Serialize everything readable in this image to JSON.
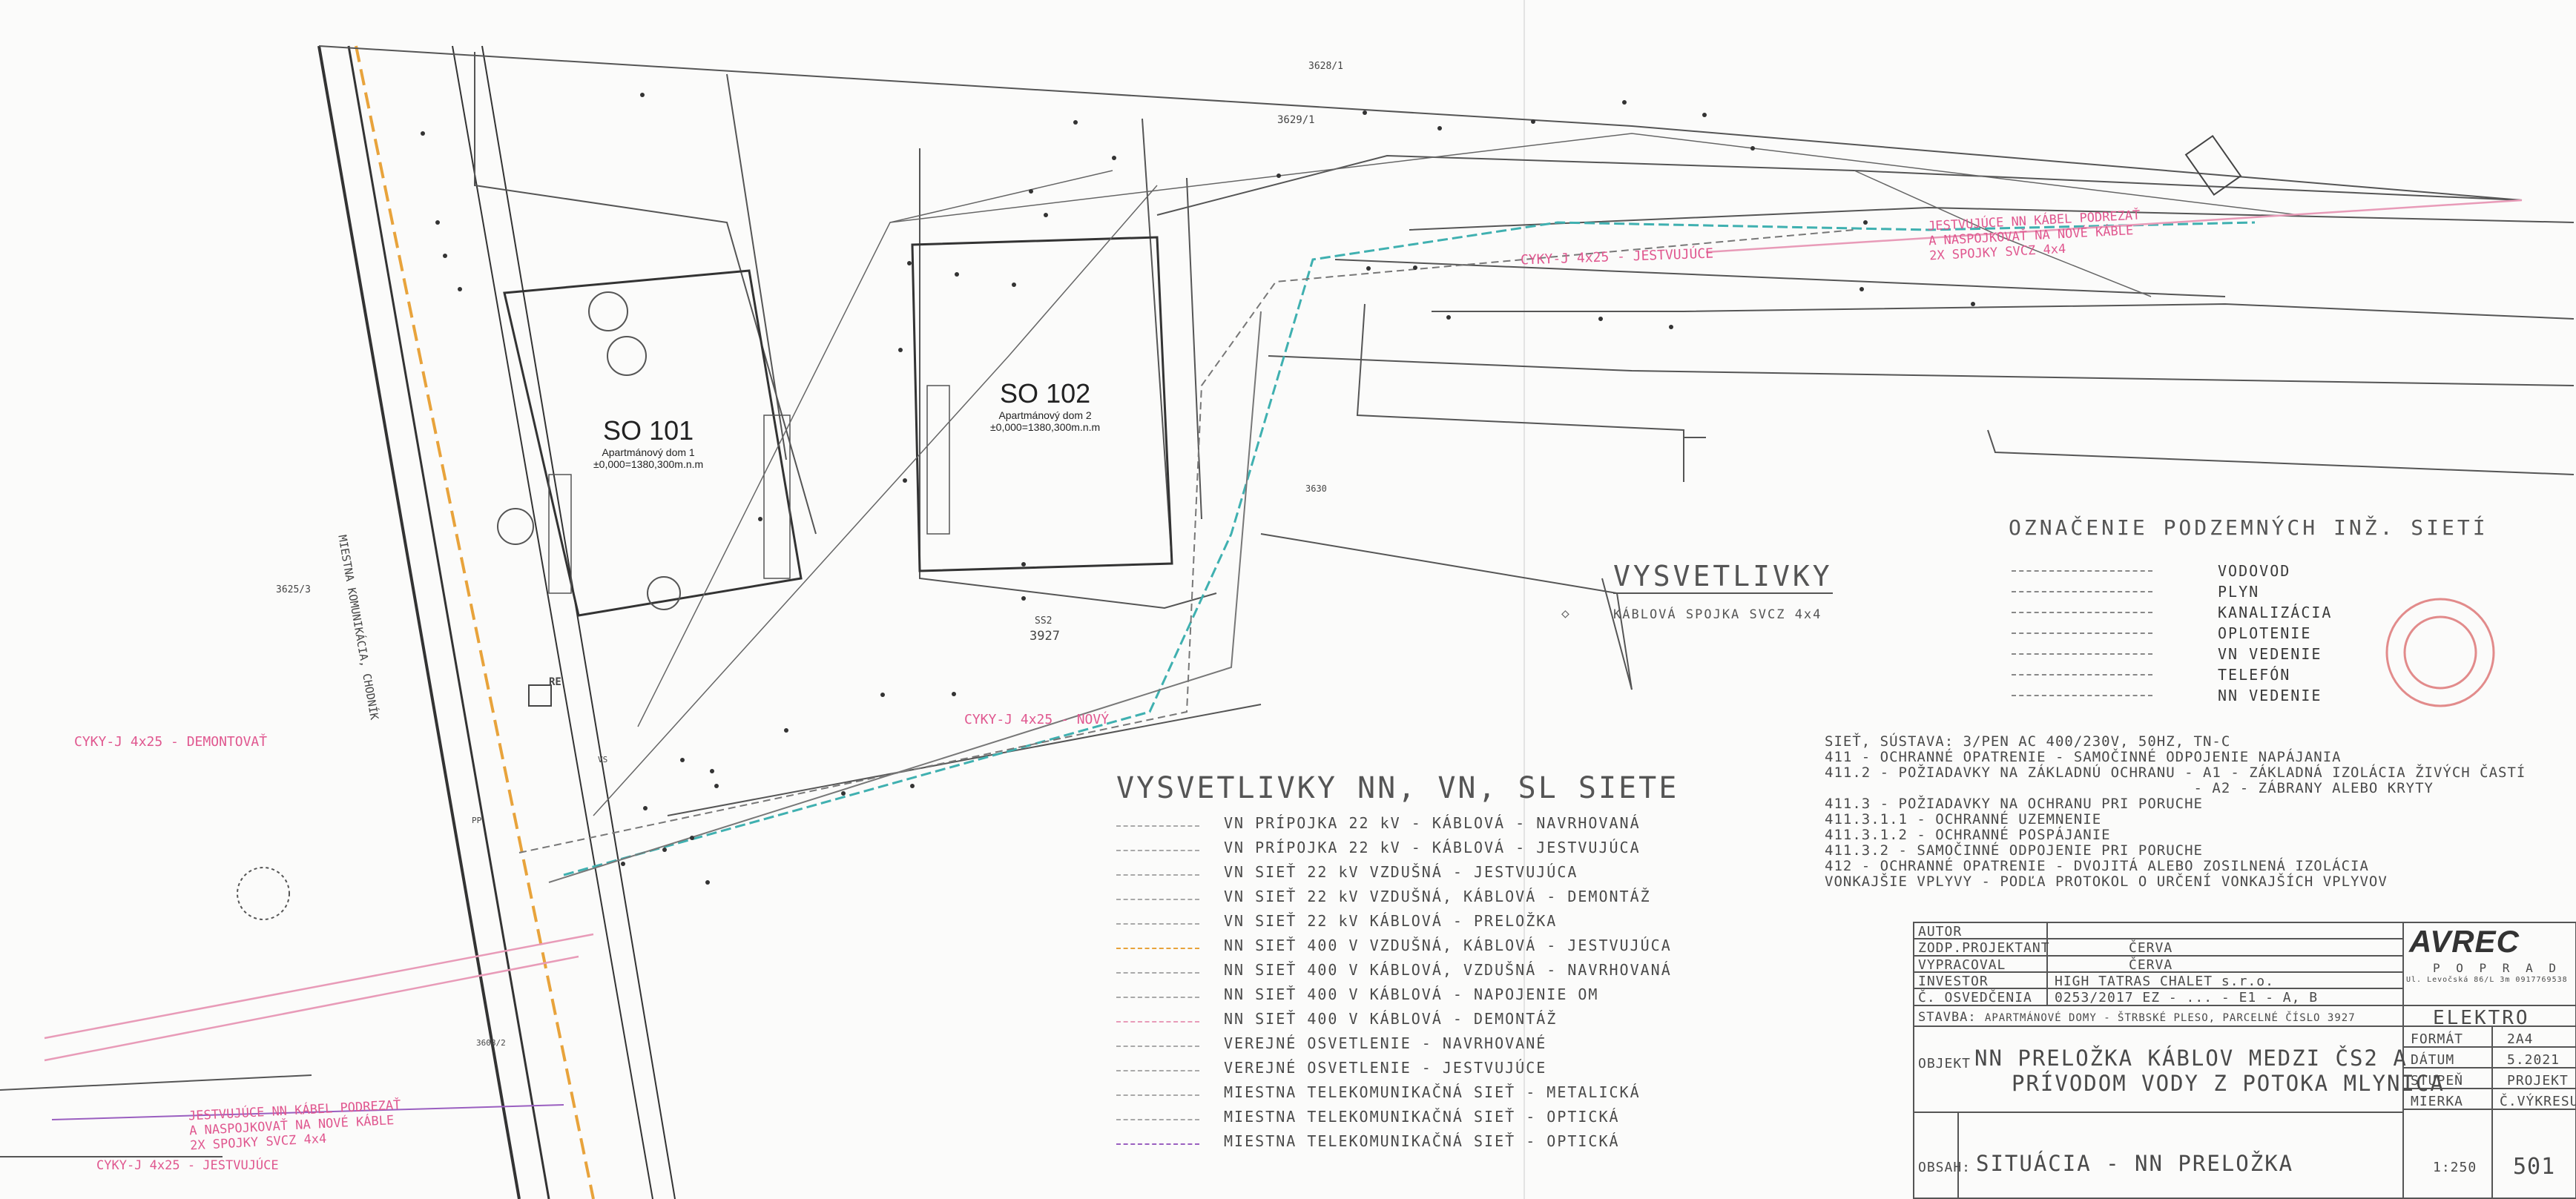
{
  "buildings": {
    "so101": {
      "code": "SO 101",
      "name": "Apartmánový dom 1",
      "level": "±0,000=1380,300m.n.m"
    },
    "so102": {
      "code": "SO 102",
      "name": "Apartmánový dom 2",
      "level": "±0,000=1380,300m.n.m"
    }
  },
  "map_labels": {
    "road": "MIESTNA KOMUNIKÁCIA, CHODNÍK",
    "parcel_3629_1": "3629/1",
    "parcel_3628_1": "3628/1",
    "parcel_3625_3": "3625/3",
    "parcel_3630": "3630",
    "parcel_3927": "3927",
    "parcel_3608_2": "3608/2",
    "cabinet_re": "RE",
    "ss2": "SS2",
    "pp": "PP",
    "vs": "VS"
  },
  "pink_labels": {
    "top_right": [
      "JESTVUJÚCE NN KÁBEL PODREZAŤ",
      "A NASPOJKOVAŤ NA NOVÉ KÁBLE",
      "2X SPOJKY SVCZ 4x4"
    ],
    "top_mid": "CYKY-J 4x25 - JESTVUJÚCE",
    "left": "CYKY-J 4x25 - DEMONTOVAŤ",
    "mid": "CYKY-J 4x25 - NOVÝ",
    "bottom_left": [
      "JESTVUJÚCE NN KÁBEL PODREZAŤ",
      "A NASPOJKOVAŤ NA NOVÉ KÁBLE",
      "2X SPOJKY SVCZ 4x4"
    ],
    "bottom_left2": "CYKY-J 4x25 - JESTVUJÚCE"
  },
  "vysvetlivky": {
    "title": "VYSVETLIVKY",
    "item": "KÁBLOVÁ SPOJKA SVCZ 4x4"
  },
  "legend_nn": {
    "title": "VYSVETLIVKY NN, VN, SL SIETE",
    "items": [
      {
        "label": "VN PRÍPOJKA 22 kV - KÁBLOVÁ - NAVRHOVANÁ",
        "color": "#a9a9a9"
      },
      {
        "label": "VN PRÍPOJKA 22 kV - KÁBLOVÁ - JESTVUJÚCA",
        "color": "#a9a9a9"
      },
      {
        "label": "VN SIEŤ 22 kV VZDUŠNÁ - JESTVUJÚCA",
        "color": "#a9a9a9"
      },
      {
        "label": "VN SIEŤ 22 kV VZDUŠNÁ, KÁBLOVÁ - DEMONTÁŽ",
        "color": "#a9a9a9"
      },
      {
        "label": "VN SIEŤ 22 kV KÁBLOVÁ - PRELOŽKA",
        "color": "#a9a9a9"
      },
      {
        "label": "NN SIEŤ 400 V VZDUŠNÁ, KÁBLOVÁ - JESTVUJÚCA",
        "color": "#e8a33b"
      },
      {
        "label": "NN SIEŤ 400 V KÁBLOVÁ, VZDUŠNÁ - NAVRHOVANÁ",
        "color": "#a9a9a9"
      },
      {
        "label": "NN SIEŤ 400 V KÁBLOVÁ - NAPOJENIE OM",
        "color": "#a9a9a9"
      },
      {
        "label": "NN SIEŤ 400 V KÁBLOVÁ - DEMONTÁŽ",
        "color": "#e89bb8"
      },
      {
        "label": "VEREJNÉ OSVETLENIE - NAVRHOVANÉ",
        "color": "#a9a9a9"
      },
      {
        "label": "VEREJNÉ OSVETLENIE - JESTVUJÚCE",
        "color": "#a9a9a9"
      },
      {
        "label": "MIESTNA TELEKOMUNIKAČNÁ SIEŤ - METALICKÁ",
        "color": "#a9a9a9"
      },
      {
        "label": "MIESTNA TELEKOMUNIKAČNÁ SIEŤ - OPTICKÁ",
        "color": "#a9a9a9"
      },
      {
        "label": "MIESTNA TELEKOMUNIKAČNÁ SIEŤ - OPTICKÁ",
        "color": "#9a5fc0"
      }
    ]
  },
  "legend_pod": {
    "title": "OZNAČENIE PODZEMNÝCH INŽ. SIETÍ",
    "items": [
      "VODOVOD",
      "PLYN",
      "KANALIZÁCIA",
      "OPLOTENIE",
      "VN VEDENIE",
      "TELEFÓN",
      "NN VEDENIE"
    ]
  },
  "notes": [
    "SIEŤ, SÚSTAVA: 3/PEN AC 400/230V, 50HZ, TN-C",
    "411 - OCHRANNÉ OPATRENIE - SAMOČINNÉ ODPOJENIE NAPÁJANIA",
    "411.2 - POŽIADAVKY NA ZÁKLADNÚ OCHRANU - A1 - ZÁKLADNÁ IZOLÁCIA ŽIVÝCH ČASTÍ",
    "                                        - A2 - ZÁBRANY ALEBO KRYTY",
    "411.3 - POŽIADAVKY NA OCHRANU PRI PORUCHE",
    "411.3.1.1 - OCHRANNÉ UZEMNENIE",
    "411.3.1.2 - OCHRANNÉ POSPÁJANIE",
    "411.3.2 - SAMOČINNÉ ODPOJENIE PRI PORUCHE",
    "412 - OCHRANNÉ OPATRENIE - DVOJITÁ ALEBO ZOSILNENÁ IZOLÁCIA",
    "VONKAJŠIE VPLYVY - PODĽA PROTOKOL O URČENÍ VONKAJŠÍCH VPLYVOV"
  ],
  "titleblock": {
    "autor": "AUTOR",
    "zodp_label": "ZODP.PROJEKTANT",
    "zodp_value": "ČERVA",
    "vypracoval_label": "VYPRACOVAL",
    "vypracoval_value": "ČERVA",
    "investor_label": "INVESTOR",
    "investor_value": "HIGH TATRAS CHALET s.r.o.",
    "osvedcenia_label": "Č. OSVEDČENIA",
    "osvedcenia_value": "0253/2017 EZ - ... - E1 - A, B",
    "company": "AVREC",
    "company_sub": "P O P R A D",
    "company_addr": "Ul. Levočská 86/L 3m  0917769538",
    "discipline": "ELEKTRO",
    "stavba_label": "STAVBA:",
    "stavba_value": "APARTMÁNOVÉ DOMY - ŠTRBSKÉ PLESO, PARCELNÉ ČÍSLO 3927",
    "objekt_label": "OBJEKT",
    "objekt_value_1": "NN PRELOŽKA KÁBLOV MEDZI ČS2 A",
    "objekt_value_2": "PRÍVODOM VODY Z POTOKA MLYNICA",
    "obsah_label": "OBSAH:",
    "obsah_value": "SITUÁCIA - NN PRELOŽKA",
    "format_label": "FORMÁT",
    "format_value": "2A4",
    "datum_label": "DÁTUM",
    "datum_value": "5.2021",
    "stupen_label": "STUPEŇ",
    "stupen_value": "PROJEKT",
    "mierka_label": "MIERKA",
    "mierka_value": "1:250",
    "cvykresu_label": "Č.VÝKRESU",
    "cvykresu_value": "501"
  },
  "colors": {
    "pink": "#e0578f",
    "orange": "#e8a33b",
    "teal": "#3fb0b0",
    "purple": "#9a5fc0",
    "line": "#444444"
  }
}
